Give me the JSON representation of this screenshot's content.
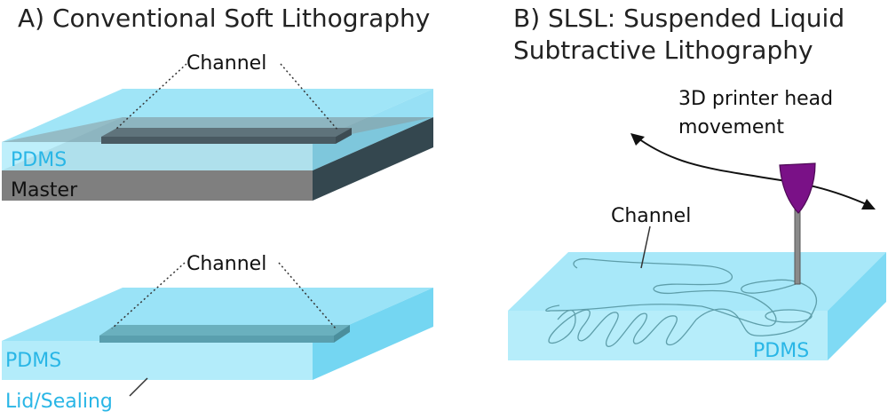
{
  "panel_a": {
    "title": "A) Conventional Soft Lithography",
    "top_stack": {
      "channel_label": "Channel",
      "pdms_label": "PDMS",
      "master_label": "Master"
    },
    "bottom_stack": {
      "channel_label": "Channel",
      "pdms_label": "PDMS",
      "lid_label": "Lid/Sealing"
    }
  },
  "panel_b": {
    "title_line1": "B) SLSL: Suspended Liquid",
    "title_line2": "Subtractive Lithography",
    "movement_line1": "3D printer head",
    "movement_line2": "movement",
    "channel_label": "Channel",
    "pdms_label": "PDMS"
  },
  "colors": {
    "pdms_front": "#b3ecfa",
    "pdms_top": "#8fe0f6",
    "pdms_side": "#74d6f2",
    "master_front": "#7f7f7f",
    "master_side": "#34474f",
    "channel_dark": "#495a62",
    "channel_light": "#5a9fae",
    "nozzle": "#7a1187",
    "label_cyan": "#29b6e6"
  }
}
